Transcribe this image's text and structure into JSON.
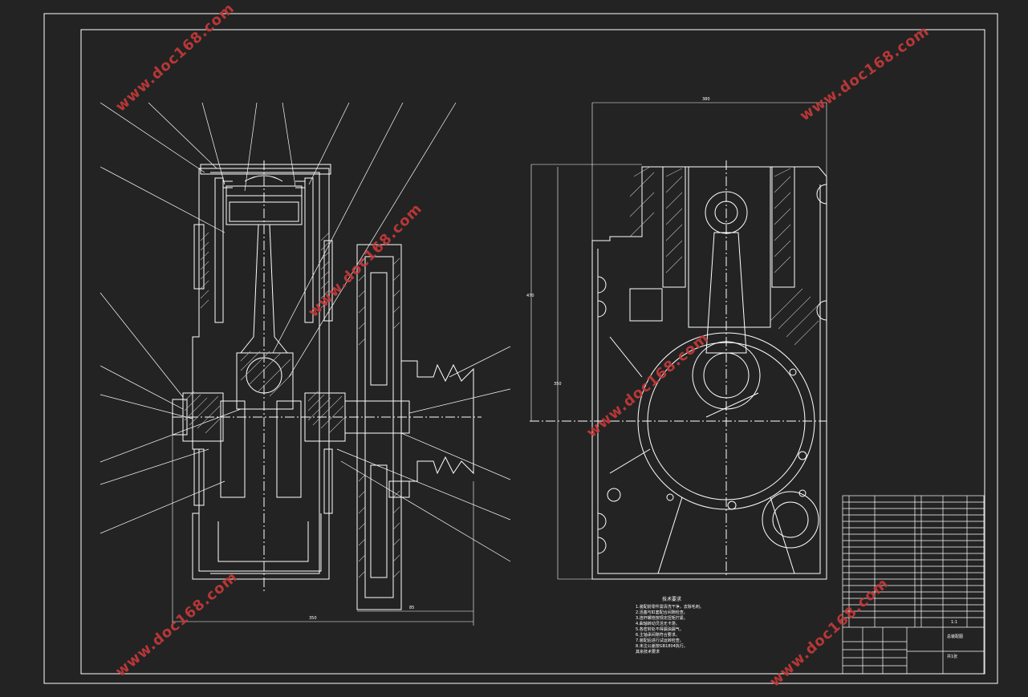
{
  "drawing": {
    "background": "#232323",
    "line_color": "#ffffff",
    "hatch_color": "#bbbbbb",
    "dims": {
      "left_width": "350",
      "flywheel_width": "85",
      "right_width": "380",
      "right_height": "470",
      "right_height2": "350"
    }
  },
  "watermark": {
    "text": "www.doc168.com",
    "color": "#c83a3a"
  },
  "notes": {
    "title": "技术要求",
    "items": [
      "1.装配前零件需清洗干净，去除毛刺。",
      "2.活塞与缸套配合间隙检查。",
      "3.连杆螺栓按规定扭矩拧紧。",
      "4.曲轴转动灵活无卡滞。",
      "5.各密封处不得漏油漏气。",
      "6.主轴承间隙符合要求。",
      "7.装配后进行试运转检查。",
      "8.未注公差按GB1804执行。"
    ],
    "footer": "其余技术要求"
  },
  "title_block": {
    "drawing_name": "总装配图",
    "scale": "1:1",
    "sheet": "共1张"
  }
}
